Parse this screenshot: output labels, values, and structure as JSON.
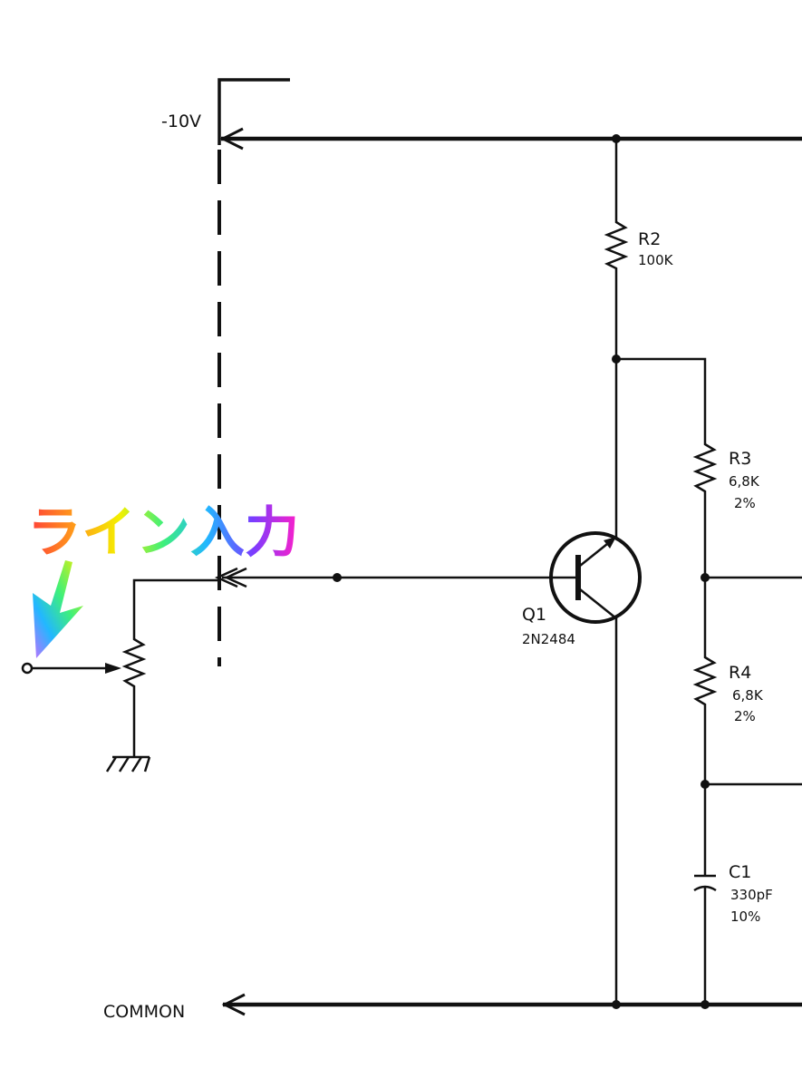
{
  "title_label": "ライン入力",
  "title_gradient": [
    "#ff3b3b",
    "#ff9a1a",
    "#f4f000",
    "#3ef07a",
    "#22b7ff",
    "#7a3cff",
    "#ff1fc8"
  ],
  "supply": {
    "label": "-10V"
  },
  "common": {
    "label": "COMMON"
  },
  "components": {
    "R2": {
      "ref": "R2",
      "value": "100K"
    },
    "R3": {
      "ref": "R3",
      "value": "6,8K",
      "tolerance": "2%"
    },
    "R4": {
      "ref": "R4",
      "value": "6,8K",
      "tolerance": "2%"
    },
    "Q1": {
      "ref": "Q1",
      "part": "2N2484"
    },
    "C1": {
      "ref": "C1",
      "value": "330pF",
      "tolerance": "10%"
    }
  },
  "icons": {
    "input_pointer": "gradient-arrow-icon",
    "ground": "chassis-ground-icon",
    "potentiometer": "potentiometer-icon"
  }
}
